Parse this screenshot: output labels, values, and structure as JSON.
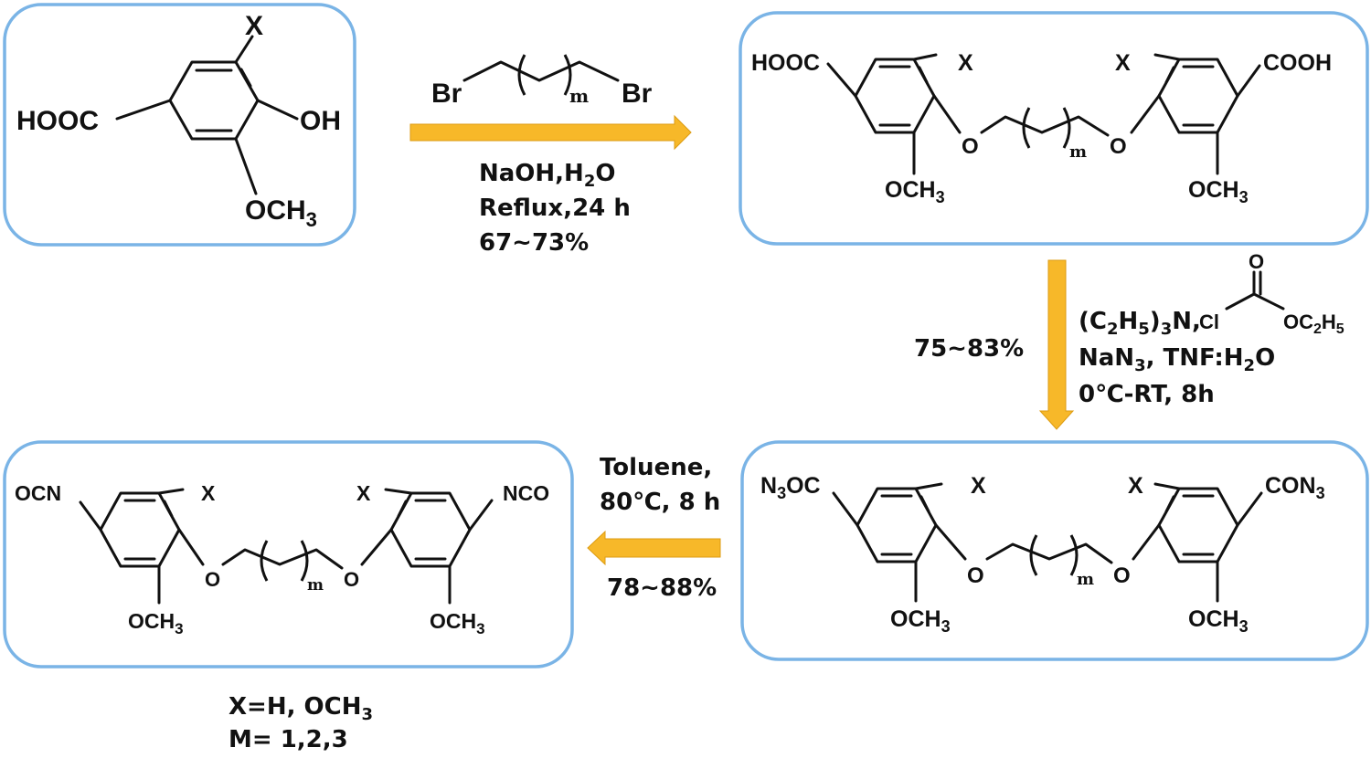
{
  "colors": {
    "box_border": "#7ab4e6",
    "arrow": "#f7b829",
    "text": "#111111"
  },
  "m1": {
    "cooh": "HOOC",
    "x": "X",
    "oh": "OH",
    "och3": "OCH",
    "sub3": "3"
  },
  "reagent": {
    "br_left": "Br",
    "br_right": "Br",
    "m": "m"
  },
  "step1": {
    "line1": "NaOH,H",
    "sub2": "2",
    "o": "O",
    "line2": "Reflux,24 h",
    "line3": "67~73%"
  },
  "m2": {
    "left_group": "HOOC",
    "right_group": "COOH",
    "x": "X",
    "o": "O",
    "m": "m",
    "och3": "OCH",
    "sub3": "3"
  },
  "step2": {
    "yield": "75~83%",
    "l1a": "(C",
    "l1_sub2": "2",
    "l1b": "H",
    "l1_sub5": "5",
    "l1c": ")",
    "l1_sub3": "3",
    "l1d": "N,",
    "cl": "Cl",
    "o_top": "O",
    "oc": "OC",
    "oc_sub2": "2",
    "oc_h": "H",
    "oc_sub5": "5",
    "l2a": "NaN",
    "l2_sub3": "3",
    "l2b": ", TNF:H",
    "l2_sub2": "2",
    "l2c": "O",
    "l3": "0℃-RT, 8h"
  },
  "m3": {
    "left_n": "N",
    "left_sub3": "3",
    "left_oc": "OC",
    "right_con": "CON",
    "right_sub3": "3",
    "x": "X",
    "o": "O",
    "m": "m",
    "och3": "OCH",
    "sub3": "3"
  },
  "step3": {
    "line1": "Toluene,",
    "line2": "80℃, 8 h",
    "line3": "78~88%"
  },
  "m4": {
    "left_group": "OCN",
    "right_group": "NCO",
    "x": "X",
    "o": "O",
    "m": "m",
    "och3": "OCH",
    "sub3": "3"
  },
  "footnote": {
    "line1a": "X=H, OCH",
    "line1_sub": "3",
    "line2": "M= 1,2,3"
  }
}
